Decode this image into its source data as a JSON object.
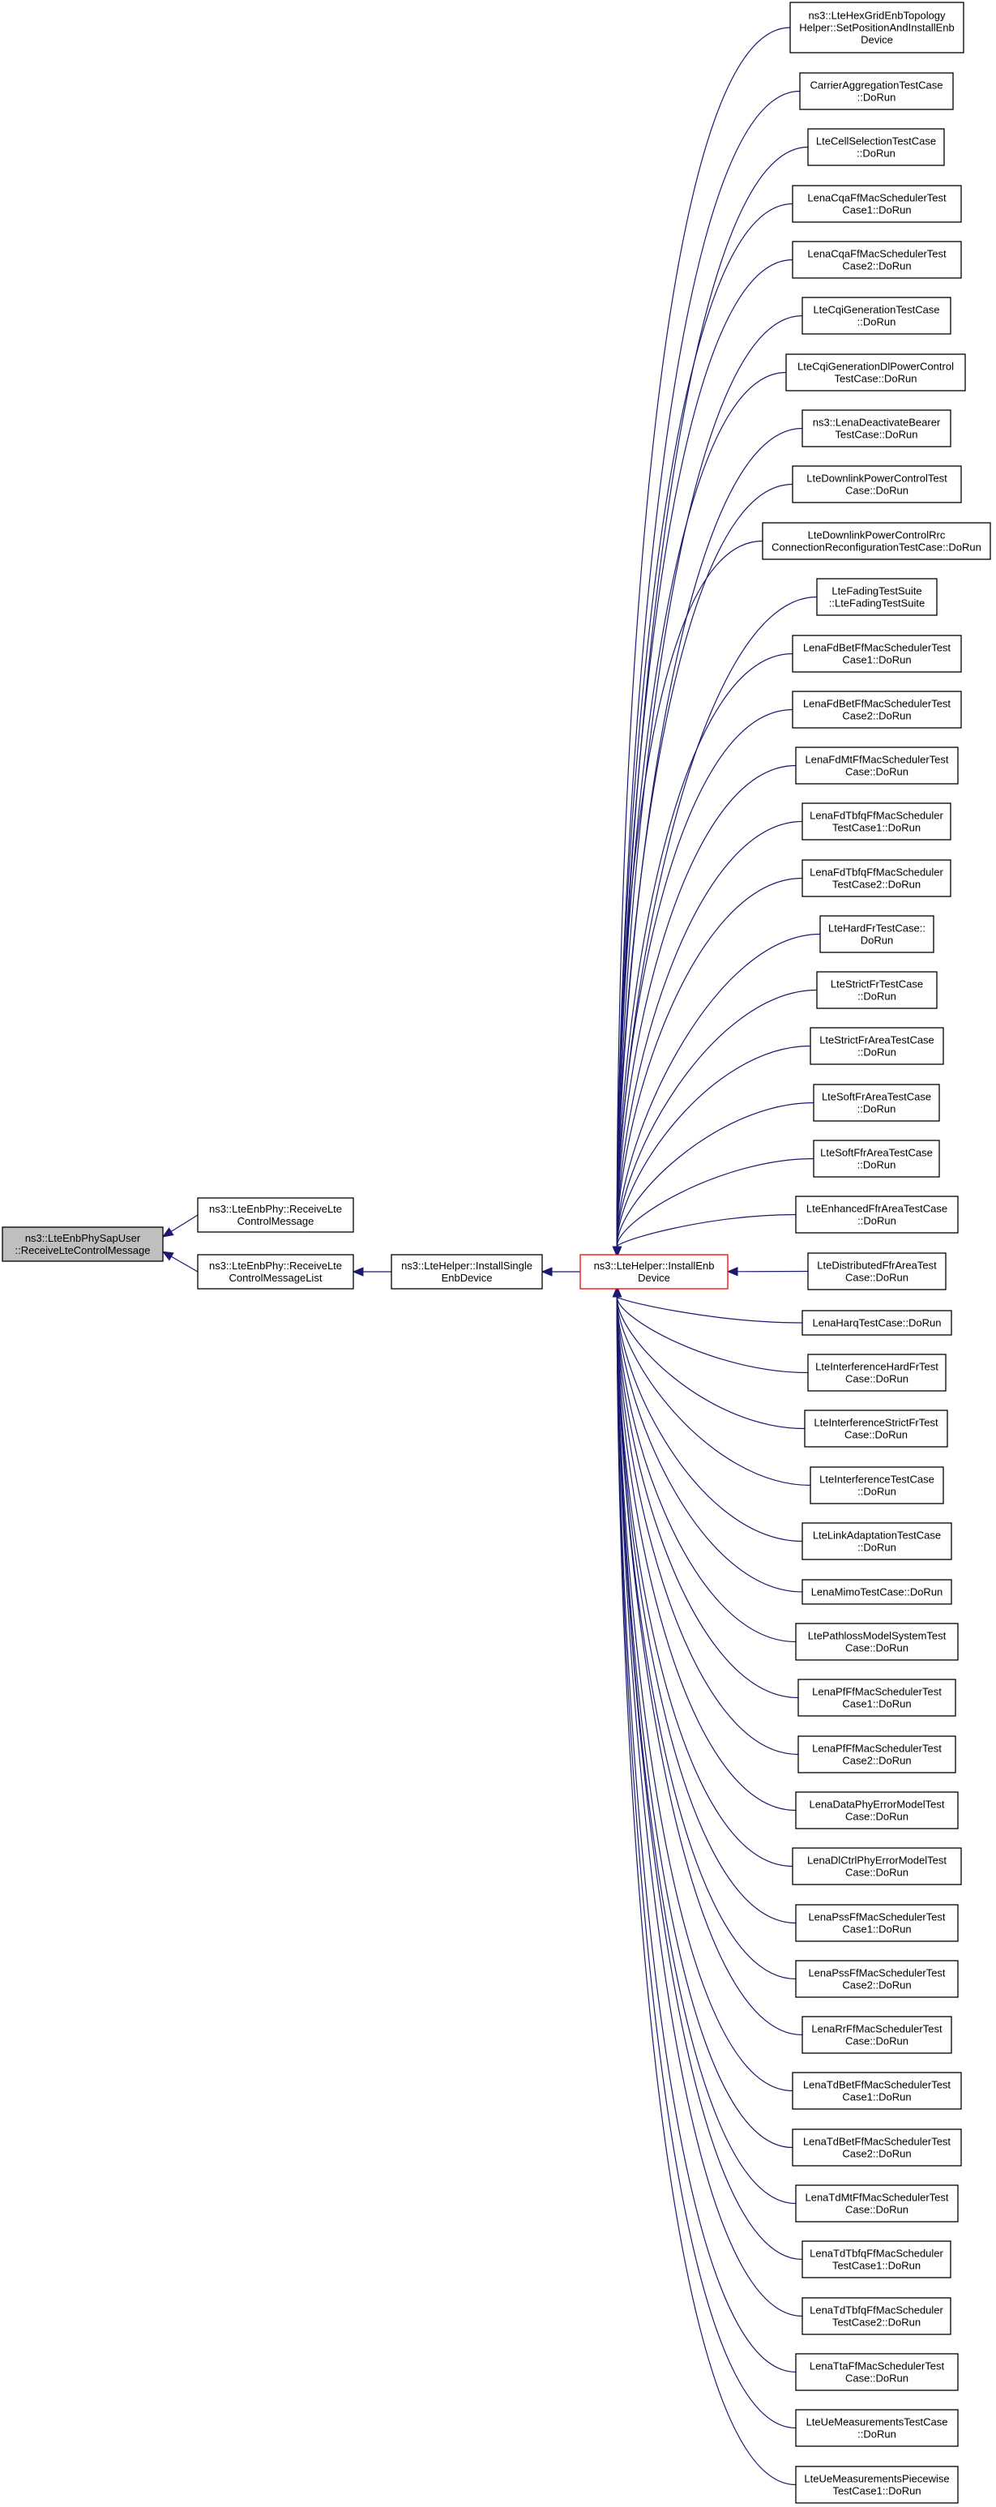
{
  "diagram": {
    "focus": {
      "id": "recv",
      "lines": [
        "ns3::LteEnbPhySapUser",
        "::ReceiveLteControlMessage"
      ]
    },
    "callers1": [
      {
        "id": "ephy1",
        "lines": [
          "ns3::LteEnbPhy::ReceiveLte",
          "ControlMessage"
        ]
      },
      {
        "id": "ephy2",
        "lines": [
          "ns3::LteEnbPhy::ReceiveLte",
          "ControlMessageList"
        ]
      }
    ],
    "single": {
      "id": "single",
      "lines": [
        "ns3::LteHelper::InstallSingle",
        "EnbDevice"
      ]
    },
    "install": {
      "id": "install",
      "lines": [
        "ns3::LteHelper::InstallEnb",
        "Device"
      ]
    },
    "callers": [
      {
        "lines": [
          "ns3::LteHexGridEnbTopology",
          "Helper::SetPositionAndInstallEnb",
          "Device"
        ]
      },
      {
        "lines": [
          "CarrierAggregationTestCase",
          "::DoRun"
        ]
      },
      {
        "lines": [
          "LteCellSelectionTestCase",
          "::DoRun"
        ]
      },
      {
        "lines": [
          "LenaCqaFfMacSchedulerTest",
          "Case1::DoRun"
        ]
      },
      {
        "lines": [
          "LenaCqaFfMacSchedulerTest",
          "Case2::DoRun"
        ]
      },
      {
        "lines": [
          "LteCqiGenerationTestCase",
          "::DoRun"
        ]
      },
      {
        "lines": [
          "LteCqiGenerationDlPowerControl",
          "TestCase::DoRun"
        ]
      },
      {
        "lines": [
          "ns3::LenaDeactivateBearer",
          "TestCase::DoRun"
        ]
      },
      {
        "lines": [
          "LteDownlinkPowerControlTest",
          "Case::DoRun"
        ]
      },
      {
        "lines": [
          "LteDownlinkPowerControlRrc",
          "ConnectionReconfigurationTestCase::DoRun"
        ]
      },
      {
        "lines": [
          "LteFadingTestSuite",
          "::LteFadingTestSuite"
        ]
      },
      {
        "lines": [
          "LenaFdBetFfMacSchedulerTest",
          "Case1::DoRun"
        ]
      },
      {
        "lines": [
          "LenaFdBetFfMacSchedulerTest",
          "Case2::DoRun"
        ]
      },
      {
        "lines": [
          "LenaFdMtFfMacSchedulerTest",
          "Case::DoRun"
        ]
      },
      {
        "lines": [
          "LenaFdTbfqFfMacScheduler",
          "TestCase1::DoRun"
        ]
      },
      {
        "lines": [
          "LenaFdTbfqFfMacScheduler",
          "TestCase2::DoRun"
        ]
      },
      {
        "lines": [
          "LteHardFrTestCase::",
          "DoRun"
        ]
      },
      {
        "lines": [
          "LteStrictFrTestCase",
          "::DoRun"
        ]
      },
      {
        "lines": [
          "LteStrictFrAreaTestCase",
          "::DoRun"
        ]
      },
      {
        "lines": [
          "LteSoftFrAreaTestCase",
          "::DoRun"
        ]
      },
      {
        "lines": [
          "LteSoftFfrAreaTestCase",
          "::DoRun"
        ]
      },
      {
        "lines": [
          "LteEnhancedFfrAreaTestCase",
          "::DoRun"
        ]
      },
      {
        "lines": [
          "LteDistributedFfrAreaTest",
          "Case::DoRun"
        ]
      },
      {
        "lines": [
          "LenaHarqTestCase::DoRun"
        ]
      },
      {
        "lines": [
          "LteInterferenceHardFrTest",
          "Case::DoRun"
        ]
      },
      {
        "lines": [
          "LteInterferenceStrictFrTest",
          "Case::DoRun"
        ]
      },
      {
        "lines": [
          "LteInterferenceTestCase",
          "::DoRun"
        ]
      },
      {
        "lines": [
          "LteLinkAdaptationTestCase",
          "::DoRun"
        ]
      },
      {
        "lines": [
          "LenaMimoTestCase::DoRun"
        ]
      },
      {
        "lines": [
          "LtePathlossModelSystemTest",
          "Case::DoRun"
        ]
      },
      {
        "lines": [
          "LenaPfFfMacSchedulerTest",
          "Case1::DoRun"
        ]
      },
      {
        "lines": [
          "LenaPfFfMacSchedulerTest",
          "Case2::DoRun"
        ]
      },
      {
        "lines": [
          "LenaDataPhyErrorModelTest",
          "Case::DoRun"
        ]
      },
      {
        "lines": [
          "LenaDlCtrlPhyErrorModelTest",
          "Case::DoRun"
        ]
      },
      {
        "lines": [
          "LenaPssFfMacSchedulerTest",
          "Case1::DoRun"
        ]
      },
      {
        "lines": [
          "LenaPssFfMacSchedulerTest",
          "Case2::DoRun"
        ]
      },
      {
        "lines": [
          "LenaRrFfMacSchedulerTest",
          "Case::DoRun"
        ]
      },
      {
        "lines": [
          "LenaTdBetFfMacSchedulerTest",
          "Case1::DoRun"
        ]
      },
      {
        "lines": [
          "LenaTdBetFfMacSchedulerTest",
          "Case2::DoRun"
        ]
      },
      {
        "lines": [
          "LenaTdMtFfMacSchedulerTest",
          "Case::DoRun"
        ]
      },
      {
        "lines": [
          "LenaTdTbfqFfMacScheduler",
          "TestCase1::DoRun"
        ]
      },
      {
        "lines": [
          "LenaTdTbfqFfMacScheduler",
          "TestCase2::DoRun"
        ]
      },
      {
        "lines": [
          "LenaTtaFfMacSchedulerTest",
          "Case::DoRun"
        ]
      },
      {
        "lines": [
          "LteUeMeasurementsTestCase",
          "::DoRun"
        ]
      },
      {
        "lines": [
          "LteUeMeasurementsPiecewise",
          "TestCase1::DoRun"
        ]
      }
    ]
  },
  "colors": {
    "edge": "#191970",
    "focus_fill": "#bfbfbf",
    "install_border": "#ff0000"
  }
}
